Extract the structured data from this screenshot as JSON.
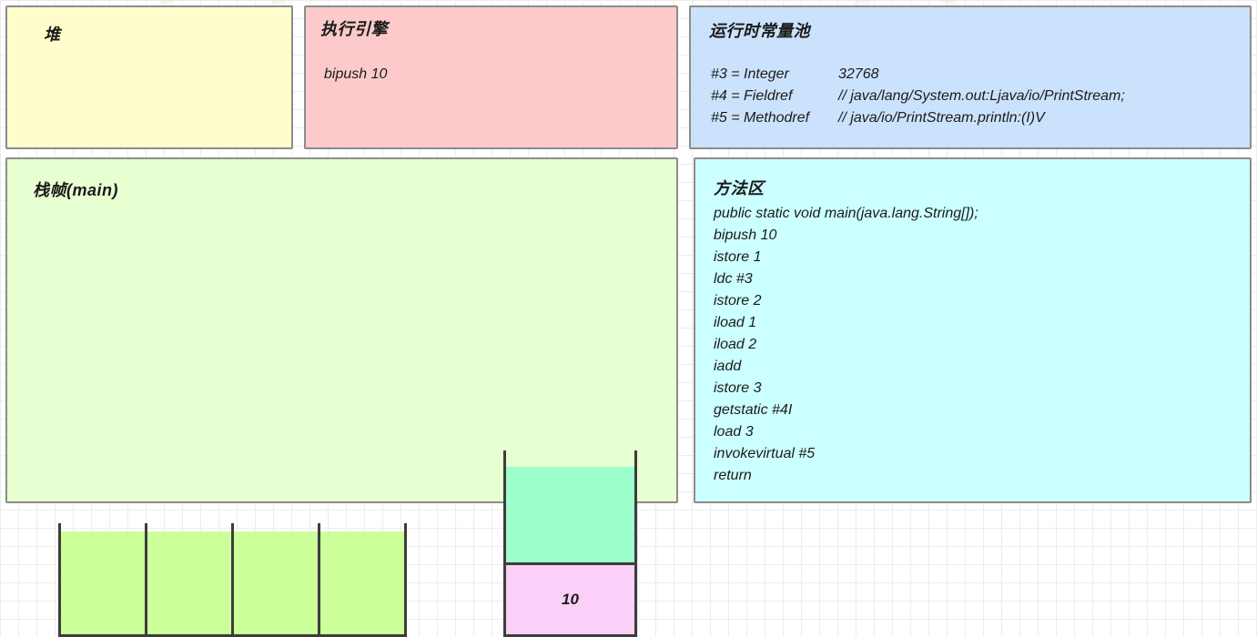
{
  "heap": {
    "title": "堆"
  },
  "execution_engine": {
    "title": "执行引擎",
    "current_instruction": "bipush 10"
  },
  "runtime_constant_pool": {
    "title": "运行时常量池",
    "entries": [
      {
        "key": "#3 = Integer",
        "value": "32768"
      },
      {
        "key": "#4 = Fieldref",
        "value": "// java/lang/System.out:Ljava/io/PrintStream;"
      },
      {
        "key": "#5 = Methodref",
        "value": "// java/io/PrintStream.println:(I)V"
      }
    ]
  },
  "stack_frame": {
    "title": "栈帧(main)",
    "local_variable_table": {
      "slots": [
        "",
        "",
        "",
        ""
      ]
    },
    "operand_stack": {
      "empty_cell": "",
      "top_value": "10"
    }
  },
  "method_area": {
    "title": "方法区",
    "code": [
      "public static void main(java.lang.String[]);",
      "bipush 10",
      "istore 1",
      "ldc #3",
      "istore 2",
      "iload 1",
      "iload 2",
      "iadd",
      "istore 3",
      "getstatic #4I",
      "load 3",
      "invokevirtual #5",
      "return"
    ]
  },
  "colors": {
    "heap_bg": "#fffdcc",
    "exec_bg": "#fccaca",
    "rcp_bg": "#cbe2fc",
    "frame_bg": "#e8ffd1",
    "method_bg": "#ccffff",
    "slot_fill": "#ccff99",
    "stack_empty": "#9dffcc",
    "stack_value": "#fbcff7",
    "border": "#8c8c8c",
    "rule": "#3d3d3d"
  }
}
